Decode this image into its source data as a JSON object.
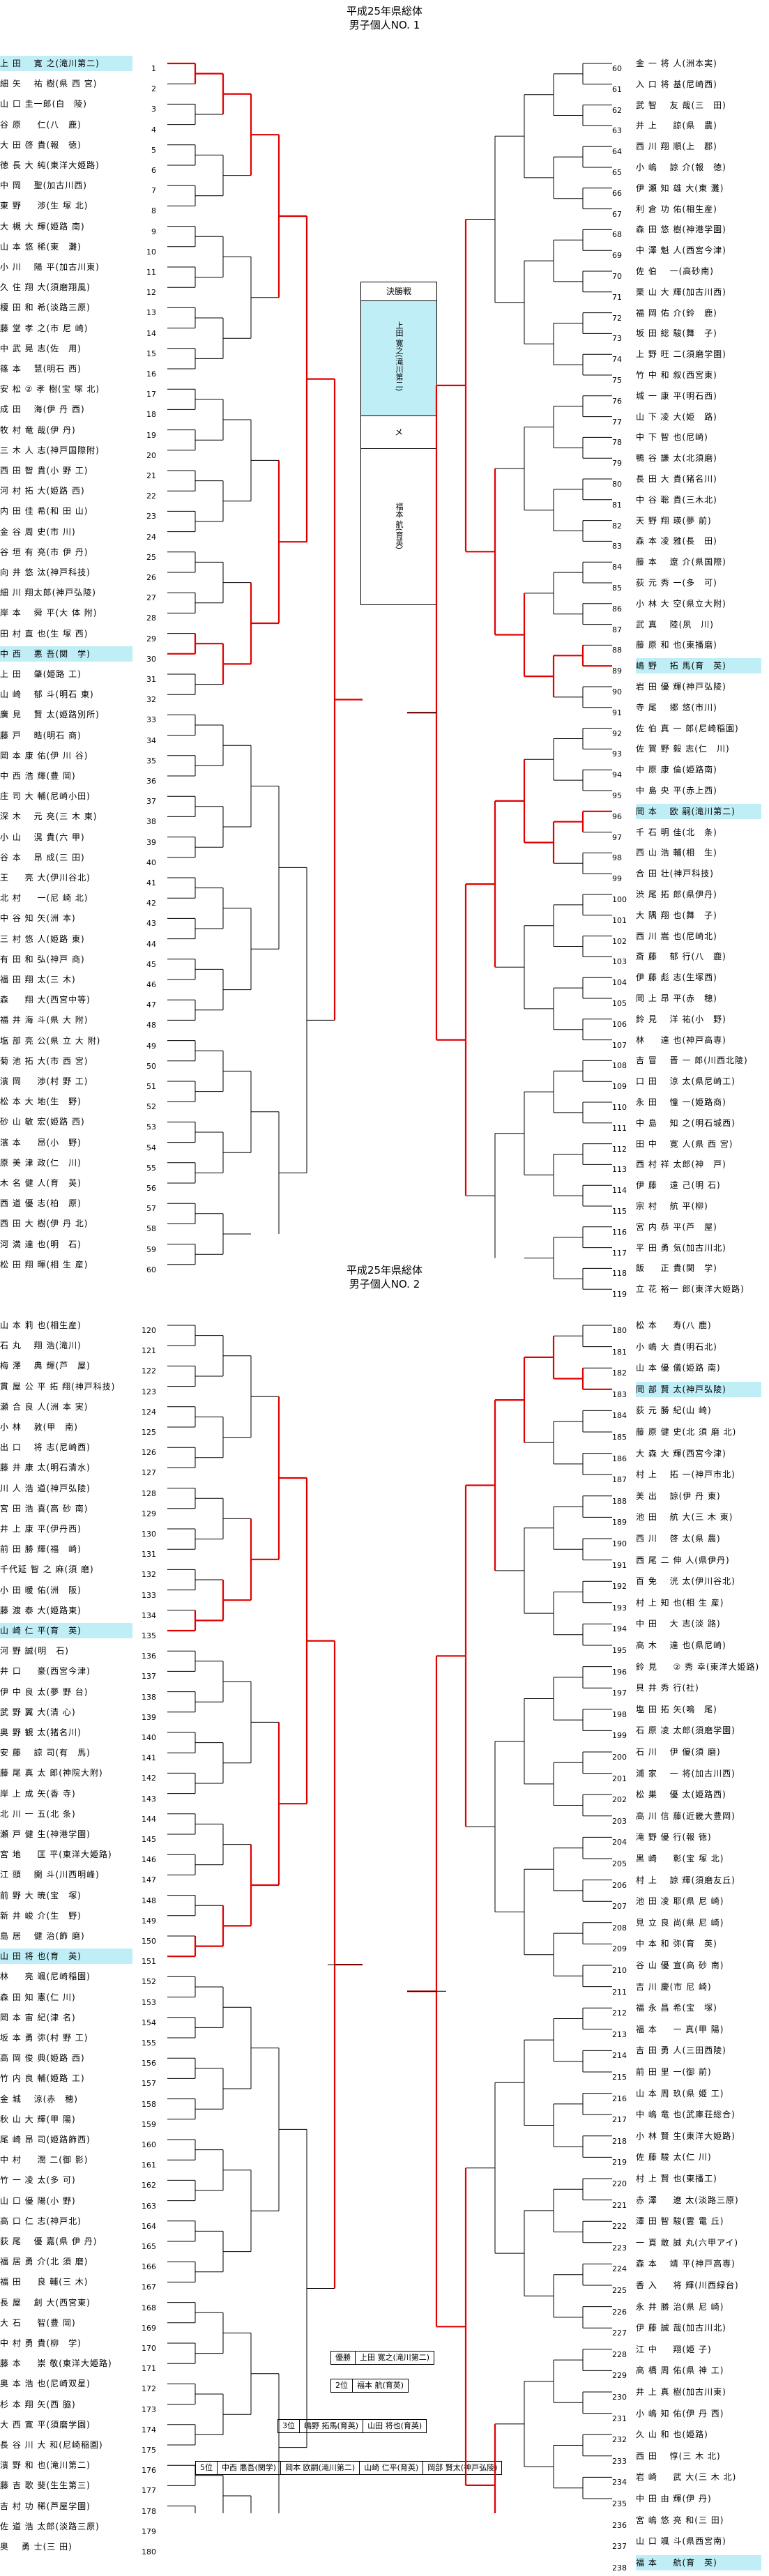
{
  "sheet1": {
    "title": "平成25年県総体",
    "subtitle": "男子個人NO. 1",
    "left": [
      {
        "no": "1",
        "name": "上 田 　寛 之(滝川第二)",
        "hl": true
      },
      {
        "no": "2",
        "name": "細 矢 　祐 樹(県 西 宮)"
      },
      {
        "no": "3",
        "name": "山 口 圭一郎(白　陵)"
      },
      {
        "no": "4",
        "name": "谷 原 　 仁(八　鹿)"
      },
      {
        "no": "5",
        "name": "大 田 啓 貴(報　徳)"
      },
      {
        "no": "6",
        "name": "徳 長 大 純(東洋大姫路)"
      },
      {
        "no": "7",
        "name": "中 岡 　聖(加古川西)"
      },
      {
        "no": "8",
        "name": "東 野 　 渉(生 塚 北)"
      },
      {
        "no": "9",
        "name": "大 槻 大 輝(姫路 南)"
      },
      {
        "no": "10",
        "name": "山 本 悠 稀(東　灘)"
      },
      {
        "no": "11",
        "name": "小 川 　陽 平(加古川東)"
      },
      {
        "no": "12",
        "name": "久 住 翔 大(須磨翔風)"
      },
      {
        "no": "13",
        "name": "榎 田 和 希(淡路三原)"
      },
      {
        "no": "14",
        "name": "藤 堂 孝 之(市 尼 崎)"
      },
      {
        "no": "15",
        "name": "中 武 晃 志(佐　用)"
      },
      {
        "no": "16",
        "name": "篠 本 　慧(明石 西)"
      },
      {
        "no": "17",
        "name": "安 松 ② 孝 樹(宝 塚 北)"
      },
      {
        "no": "18",
        "name": "成 田 　海(伊 丹 西)"
      },
      {
        "no": "19",
        "name": "牧 村 竜 哉(伊 丹)"
      },
      {
        "no": "20",
        "name": "三 木 人 志(神戸国際附)"
      },
      {
        "no": "21",
        "name": "西 田 智 貴(小 野 工)"
      },
      {
        "no": "22",
        "name": "河 村 拓 大(姫路 西)"
      },
      {
        "no": "23",
        "name": "内 田 佳 希(和 田 山)"
      },
      {
        "no": "24",
        "name": "金 谷 周 史(市 川)"
      },
      {
        "no": "25",
        "name": "谷 垣 有 亮(市 伊 丹)"
      },
      {
        "no": "26",
        "name": "向 井 悠 汰(神戸科技)"
      },
      {
        "no": "27",
        "name": "細 川 翔太郎(神戸弘陵)"
      },
      {
        "no": "28",
        "name": "岸 本 　舜 平(大 体 附)"
      },
      {
        "no": "29",
        "name": "田 村 直 也(生 塚 西)"
      },
      {
        "no": "30",
        "name": "中 西 　悪 吾(関　学)",
        "hl": true
      },
      {
        "no": "31",
        "name": "上 田 　肇(姫路 工)"
      },
      {
        "no": "32",
        "name": "山 崎 　郁 斗(明石 東)"
      },
      {
        "no": "33",
        "name": "廣 見 　賢 太(姫路別所)"
      },
      {
        "no": "34",
        "name": "藤 戸 　晧(明石 商)"
      },
      {
        "no": "35",
        "name": "岡 本 康 佑(伊 川 谷)"
      },
      {
        "no": "36",
        "name": "中 西 浩 輝(豊 岡)"
      },
      {
        "no": "37",
        "name": "庄 司 大 輔(尼崎小田)"
      },
      {
        "no": "38",
        "name": "深 木 　元 亮(三 木 東)"
      },
      {
        "no": "39",
        "name": "小 山 　滉 貴(六 甲)"
      },
      {
        "no": "40",
        "name": "谷 本 　昂 成(三 田)"
      },
      {
        "no": "41",
        "name": "王 　 亮 大(伊川谷北)"
      },
      {
        "no": "42",
        "name": "北 村 　 一(尼 崎 北)"
      },
      {
        "no": "43",
        "name": "中 谷 知 矢(洲 本)"
      },
      {
        "no": "44",
        "name": "三 村 悠 人(姫路 東)"
      },
      {
        "no": "45",
        "name": "有 田 和 弘(神戸 商)"
      },
      {
        "no": "46",
        "name": "福 田 翔 太(三 木)"
      },
      {
        "no": "47",
        "name": "森 　 翔 大(西宮中等)"
      },
      {
        "no": "48",
        "name": "福 井 海 斗(県 大 附)"
      },
      {
        "no": "49",
        "name": "塩 部 亮 公(県 立 大 附)"
      },
      {
        "no": "50",
        "name": "菊 池 拓 大(市 西 宮)"
      },
      {
        "no": "51",
        "name": "濱 岡 　 渉(村 野 工)"
      },
      {
        "no": "52",
        "name": "松 本 大 地(生　野)"
      },
      {
        "no": "53",
        "name": "砂 山 敏 宏(姫路 西)"
      },
      {
        "no": "54",
        "name": "濱 本 　 昂(小　野)"
      },
      {
        "no": "55",
        "name": "原 美 津 政(仁　川)"
      },
      {
        "no": "56",
        "name": "木 名 健 人(育　英)"
      },
      {
        "no": "57",
        "name": "西 道 優 志(柏　原)"
      },
      {
        "no": "58",
        "name": "西 田 大 樹(伊 丹 北)"
      },
      {
        "no": "59",
        "name": "河 満 達 也(明　石)"
      },
      {
        "no": "60",
        "name": "松 田 翔 暉(相 生 産)"
      }
    ],
    "right": [
      {
        "no": "60",
        "name": "金 一 将 人(洲本実)"
      },
      {
        "no": "61",
        "name": "入 口 将 基(尼崎西)"
      },
      {
        "no": "62",
        "name": "武 智 　友 哉(三　田)"
      },
      {
        "no": "63",
        "name": "井 上 　 諒(県　農)"
      },
      {
        "no": "64",
        "name": "西 川 翔 順(上　郡)"
      },
      {
        "no": "65",
        "name": "小 嶋 　諒 介(報　徳)"
      },
      {
        "no": "66",
        "name": "伊 瀬 知 雄 大(東 灘)"
      },
      {
        "no": "67",
        "name": "利 倉 功 佑(相生産)"
      },
      {
        "no": "68",
        "name": "森 田 悠 樹(神港学園)"
      },
      {
        "no": "69",
        "name": "中 澤 魁 人(西宮今津)"
      },
      {
        "no": "70",
        "name": "佐 伯 　一(高砂南)"
      },
      {
        "no": "71",
        "name": "栗 山 大 輝(加古川西)"
      },
      {
        "no": "72",
        "name": "福 岡 佑 介(鈴　鹿)"
      },
      {
        "no": "73",
        "name": "坂 田 総 駿(舞　子)"
      },
      {
        "no": "74",
        "name": "上 野 旺 二(須磨学園)"
      },
      {
        "no": "75",
        "name": "竹 中 和 叙(西宮東)"
      },
      {
        "no": "76",
        "name": "城 一 康 平(明石西)"
      },
      {
        "no": "77",
        "name": "山 下 凌 大(姫　路)"
      },
      {
        "no": "78",
        "name": "中 下 智 也(尼崎)"
      },
      {
        "no": "79",
        "name": "鴨 谷 謙 太(北須磨)"
      },
      {
        "no": "80",
        "name": "長 田 大 貴(猪名川)"
      },
      {
        "no": "81",
        "name": "中 谷 聡 貴(三木北)"
      },
      {
        "no": "82",
        "name": "天 野 翔 瑛(夢 前)"
      },
      {
        "no": "83",
        "name": "森 本 凌 雅(長　田)"
      },
      {
        "no": "84",
        "name": "藤 本 　遼 介(県国際)"
      },
      {
        "no": "85",
        "name": "荻 元 秀 一(多　可)"
      },
      {
        "no": "86",
        "name": "小 林 大 空(県立大附)"
      },
      {
        "no": "87",
        "name": "武 真 　陸(夙　川)"
      },
      {
        "no": "88",
        "name": "藤 原 和 也(東播磨)"
      },
      {
        "no": "89",
        "name": "嶋 野 　拓 馬(育　英)",
        "hl": true
      },
      {
        "no": "90",
        "name": "岩 田 優 輝(神戸弘陵)"
      },
      {
        "no": "91",
        "name": "寺 尾 　郷 悠(市川)"
      },
      {
        "no": "92",
        "name": "佐 伯 真 一 郎(尼崎稲園)"
      },
      {
        "no": "93",
        "name": "佐 賀 野 毅 志(仁　川)"
      },
      {
        "no": "94",
        "name": "中 原 康 倫(姫路南)"
      },
      {
        "no": "95",
        "name": "中 島 央 平(赤上西)"
      },
      {
        "no": "96",
        "name": "岡 本 　欧 嗣(滝川第二)",
        "hl": true
      },
      {
        "no": "97",
        "name": "千 石 明 佳(北　条)"
      },
      {
        "no": "98",
        "name": "西 山 浩 輔(相　生)"
      },
      {
        "no": "99",
        "name": "合 田 壮(神戸科技)"
      },
      {
        "no": "100",
        "name": "渋 尾 拓 郎(県伊丹)"
      },
      {
        "no": "101",
        "name": "大 隅 翔 也(舞　子)"
      },
      {
        "no": "102",
        "name": "西 川 嵩 也(尼崎北)"
      },
      {
        "no": "103",
        "name": "斎 藤 　郁 行(八　鹿)"
      },
      {
        "no": "104",
        "name": "伊 藤 彪 志(生塚西)"
      },
      {
        "no": "105",
        "name": "岡 上 昂 平(赤　穂)"
      },
      {
        "no": "106",
        "name": "鈴 見 　洋 祐(小　野)"
      },
      {
        "no": "107",
        "name": "林 　 達 也(神戸高専)"
      },
      {
        "no": "108",
        "name": "吉 冒 　晋 一 郎(川西北陵)"
      },
      {
        "no": "109",
        "name": "口 田 　涼 太(県尼崎工)"
      },
      {
        "no": "110",
        "name": "永 田 　憧 一(姫路商)"
      },
      {
        "no": "111",
        "name": "中 島 　知 之(明石城西)"
      },
      {
        "no": "112",
        "name": "田 中 　寛 人(県 西 宮)"
      },
      {
        "no": "113",
        "name": "西 村 祥 太郎(神　戸)"
      },
      {
        "no": "114",
        "name": "伊 藤 　遠 己(明 石)"
      },
      {
        "no": "115",
        "name": "宗 村 　航 平(柳)"
      },
      {
        "no": "116",
        "name": "宮 内 恭 平(芦　屋)"
      },
      {
        "no": "117",
        "name": "平 田 勇 気(加古川北)"
      },
      {
        "no": "118",
        "name": "飯 　 正 貴(関　学)"
      },
      {
        "no": "119",
        "name": "立 花 裕一 郎(東洋大姫路)"
      }
    ],
    "final_box": {
      "header": "決勝戦",
      "winner": "上田 寛之(滝川第二)",
      "runner": "福本 航(育英)",
      "mark": "メ"
    }
  },
  "sheet2": {
    "title": "平成25年県総体",
    "subtitle": "男子個人NO. 2",
    "left": [
      {
        "no": "120",
        "name": "山 本 莉 也(相生産)"
      },
      {
        "no": "121",
        "name": "石 丸 　翔 浩(滝川)"
      },
      {
        "no": "122",
        "name": "梅 澤 　典 輝(芦　屋)"
      },
      {
        "no": "123",
        "name": "貫 屋 公 平 拓 翔(神戸科技)"
      },
      {
        "no": "124",
        "name": "瀬 合 良 人(洲 本 実)"
      },
      {
        "no": "125",
        "name": "小 林 　敦(甲　南)"
      },
      {
        "no": "126",
        "name": "出 口 　将 志(尼崎西)"
      },
      {
        "no": "127",
        "name": "藤 井 康 太(明石清水)"
      },
      {
        "no": "128",
        "name": "川 人 浩 道(神戸弘陵)"
      },
      {
        "no": "129",
        "name": "宮 田 浩 喜(高 砂 南)"
      },
      {
        "no": "130",
        "name": "井 上 康 平(伊丹西)"
      },
      {
        "no": "131",
        "name": "前 田 勝 輝(福　崎)"
      },
      {
        "no": "132",
        "name": "千代延 智 之 麻(須 磨)"
      },
      {
        "no": "133",
        "name": "小 田 暖 佑(洲　阪)"
      },
      {
        "no": "134",
        "name": "藤 渡 泰 大(姫路東)"
      },
      {
        "no": "135",
        "name": "山 崎 仁 平(育　英)",
        "hl": true
      },
      {
        "no": "136",
        "name": "河 野 誠(明　石)"
      },
      {
        "no": "137",
        "name": "井 口 　 豪(西宮今津)"
      },
      {
        "no": "138",
        "name": "伊 中 良 太(夢 野 台)"
      },
      {
        "no": "139",
        "name": "武 野 翼 大(清 心)"
      },
      {
        "no": "140",
        "name": "奥 野 観 太(猪名川)"
      },
      {
        "no": "141",
        "name": "安 藤 　諒 司(有　馬)"
      },
      {
        "no": "142",
        "name": "藤 尾 真 太 郎(神院大附)"
      },
      {
        "no": "143",
        "name": "岸 上 成 矢(香 寺)"
      },
      {
        "no": "144",
        "name": "北 川 一 五(北 条)"
      },
      {
        "no": "145",
        "name": "瀬 戸 健 生(神港学園)"
      },
      {
        "no": "146",
        "name": "宮 地 　 匡 平(東洋大姫路)"
      },
      {
        "no": "147",
        "name": "江 頭 　開 斗(川西明峰)"
      },
      {
        "no": "148",
        "name": "前 野 大 暁(宝　塚)"
      },
      {
        "no": "149",
        "name": "新 井 峻 介(生　野)"
      },
      {
        "no": "150",
        "name": "島 居 　健 治(飾 磨)"
      },
      {
        "no": "151",
        "name": "山 田 将 也(育　英)",
        "hl": true
      },
      {
        "no": "152",
        "name": "林 　 亮 颯(尼崎稲園)"
      },
      {
        "no": "153",
        "name": "森 田 知 憲(仁 川)"
      },
      {
        "no": "154",
        "name": "岡 本 宙 紀(津 名)"
      },
      {
        "no": "155",
        "name": "坂 本 勇 弥(村 野 工)"
      },
      {
        "no": "156",
        "name": "高 岡 俊 典(姫路 西)"
      },
      {
        "no": "157",
        "name": "竹 内 良 輔(姫路 工)"
      },
      {
        "no": "158",
        "name": "金 城 　涼(赤　穂)"
      },
      {
        "no": "159",
        "name": "秋 山 大 輝(甲 陽)"
      },
      {
        "no": "160",
        "name": "尾 崎 昂 司(姫路飾西)"
      },
      {
        "no": "161",
        "name": "中 村 　 潤 二(御 影)"
      },
      {
        "no": "162",
        "name": "竹 一 凌 太(多 可)"
      },
      {
        "no": "163",
        "name": "山 口 優 陽(小 野)"
      },
      {
        "no": "164",
        "name": "高 口 仁 志(神戸北)"
      },
      {
        "no": "165",
        "name": "荻 尾 　優 嘉(県 伊 丹)"
      },
      {
        "no": "166",
        "name": "福 居 勇 介(北 須 磨)"
      },
      {
        "no": "167",
        "name": "福 田 　 良 輔(三 木)"
      },
      {
        "no": "168",
        "name": "長 屋 　創 大(西宮東)"
      },
      {
        "no": "169",
        "name": "大 石 　 智(豊 岡)"
      },
      {
        "no": "170",
        "name": "中 村 勇 貴(柳　学)"
      },
      {
        "no": "171",
        "name": "藤 本 　 崇 敬(東洋大姫路)"
      },
      {
        "no": "172",
        "name": "奥 本 浩 也(尼崎双星)"
      },
      {
        "no": "173",
        "name": "杉 本 翔 矢(西 脇)"
      },
      {
        "no": "174",
        "name": "大 西 寛 平(須磨学園)"
      },
      {
        "no": "175",
        "name": "長 谷 川 大 和(尼崎稲園)"
      },
      {
        "no": "176",
        "name": "濱 野 和 也(滝川第二)"
      },
      {
        "no": "177",
        "name": "藤 吉 歌 斐(生生第三)"
      },
      {
        "no": "178",
        "name": "吉 村 功 稀(芦屋学園)"
      },
      {
        "no": "179",
        "name": "佐 道 浩 太郎(淡路三原)"
      },
      {
        "no": "180",
        "name": "奥 　勇 士(三 田)"
      }
    ],
    "right": [
      {
        "no": "180",
        "name": "松 本 　 寿(八 鹿)"
      },
      {
        "no": "181",
        "name": "小 嶋 大 貴(明石北)"
      },
      {
        "no": "182",
        "name": "山 本 優 儀(姫路 南)"
      },
      {
        "no": "183",
        "name": "岡 部 賢 太(神戸弘陵)",
        "hl": true
      },
      {
        "no": "184",
        "name": "荻 元 勝 紀(山 崎)"
      },
      {
        "no": "185",
        "name": "藤 原 健 史(北 須 磨 北)"
      },
      {
        "no": "186",
        "name": "大 森 大 輝(西宮今津)"
      },
      {
        "no": "187",
        "name": "村 上 　拓 一(神戸市北)"
      },
      {
        "no": "188",
        "name": "美 出 　諒(伊 丹 東)"
      },
      {
        "no": "189",
        "name": "池 田 　航 大(三 木 東)"
      },
      {
        "no": "190",
        "name": "西 川 　啓 太(県 農)"
      },
      {
        "no": "191",
        "name": "西 尾 二 伸 人(県伊丹)"
      },
      {
        "no": "192",
        "name": "百 免 　洸 太(伊川谷北)"
      },
      {
        "no": "193",
        "name": "村 上 知 也(相 生 産)"
      },
      {
        "no": "194",
        "name": "中 田 　大 志(淡 路)"
      },
      {
        "no": "195",
        "name": "高 木 　達 也(県尼崎)"
      },
      {
        "no": "196",
        "name": "鈴 見 　 ② 秀 幸(東洋大姫路)"
      },
      {
        "no": "197",
        "name": "貝 井 秀 行(社)"
      },
      {
        "no": "198",
        "name": "塩 田 拓 矢(鳴　尾)"
      },
      {
        "no": "199",
        "name": "石 原 凌 太郎(須磨学園)"
      },
      {
        "no": "200",
        "name": "石 川 　伊 優(須 磨)"
      },
      {
        "no": "201",
        "name": "浦 家 　一 将(加古川西)"
      },
      {
        "no": "202",
        "name": "松 巣 　優 太(姫路西)"
      },
      {
        "no": "203",
        "name": "高 川 信 藤(近畿大豊岡)"
      },
      {
        "no": "204",
        "name": "滝 野 優 行(報 徳)"
      },
      {
        "no": "205",
        "name": "黒 崎 　 彰(宝 塚 北)"
      },
      {
        "no": "206",
        "name": "村 上 　諒 輝(須磨友丘)"
      },
      {
        "no": "207",
        "name": "池 田 凌 耶(県 尼 崎)"
      },
      {
        "no": "208",
        "name": "見 立 良 尚(県 尼 崎)"
      },
      {
        "no": "209",
        "name": "中 本 和 弥(育　英)"
      },
      {
        "no": "210",
        "name": "谷 山 優 宣(高 砂 南)"
      },
      {
        "no": "211",
        "name": "吉 川 慶(市 尼 崎)"
      },
      {
        "no": "212",
        "name": "福 永 昌 希(宝　塚)"
      },
      {
        "no": "213",
        "name": "福 本 　 一 真(甲 陽)"
      },
      {
        "no": "214",
        "name": "吉 田 勇 人(三田西陵)"
      },
      {
        "no": "215",
        "name": "前 田 里 一(御 前)"
      },
      {
        "no": "216",
        "name": "山 本 周 玖(県 姫 工)"
      },
      {
        "no": "217",
        "name": "中 嶋 竜 也(武庫荘総合)"
      },
      {
        "no": "218",
        "name": "小 林 賢 生(東洋大姫路)"
      },
      {
        "no": "219",
        "name": "佐 藤 駿 太(仁 川)"
      },
      {
        "no": "220",
        "name": "村 上 賢 也(東播工)"
      },
      {
        "no": "221",
        "name": "赤 澤 　 遼 太(淡路三原)"
      },
      {
        "no": "222",
        "name": "澤 田 智 駿(雲 電 丘)"
      },
      {
        "no": "223",
        "name": "一 頁 敢 誠 丸(六甲アイ)"
      },
      {
        "no": "224",
        "name": "森 本 　靖 平(神戸高専)"
      },
      {
        "no": "225",
        "name": "香 入 　 将 輝(川西緑台)"
      },
      {
        "no": "226",
        "name": "永 井 勝 治(県 尼 崎)"
      },
      {
        "no": "227",
        "name": "伊 藤 誠 哉(加古川北)"
      },
      {
        "no": "228",
        "name": "江 中 　 翔(姫 子)"
      },
      {
        "no": "229",
        "name": "高 橋 周 佑(県 神 工)"
      },
      {
        "no": "230",
        "name": "井 上 真 樹(加古川東)"
      },
      {
        "no": "231",
        "name": "小 嶋 知 佑(伊 丹 西)"
      },
      {
        "no": "232",
        "name": "久 山 和 也(姫路)"
      },
      {
        "no": "233",
        "name": "西 田 　惇(三 木 北)"
      },
      {
        "no": "234",
        "name": "岩 崎 　 武 大(三 木 北)"
      },
      {
        "no": "235",
        "name": "中 田 由 輝(伊 丹)"
      },
      {
        "no": "236",
        "name": "宮 嶋 悠 亮 和(三 田)"
      },
      {
        "no": "237",
        "name": "山 口 颯 斗(県西宮南)"
      },
      {
        "no": "238",
        "name": "福 本 　 航(育　英)",
        "hl": true
      }
    ],
    "results": {
      "first_label": "優勝",
      "first_value": "上田 寛之(滝川第二)",
      "second_label": "2位",
      "second_value": "福本 航(育英)",
      "third_label": "3位",
      "third_a": "嶋野 拓馬(育英)",
      "third_b": "山田 将也(育英)",
      "fifth_label": "5位",
      "fifth": [
        "中西 悪吾(関学)",
        "岡本 欧嗣(滝川第二)",
        "山崎 仁平(育英)",
        "岡部 賢太(神戸弘陵)"
      ]
    }
  }
}
